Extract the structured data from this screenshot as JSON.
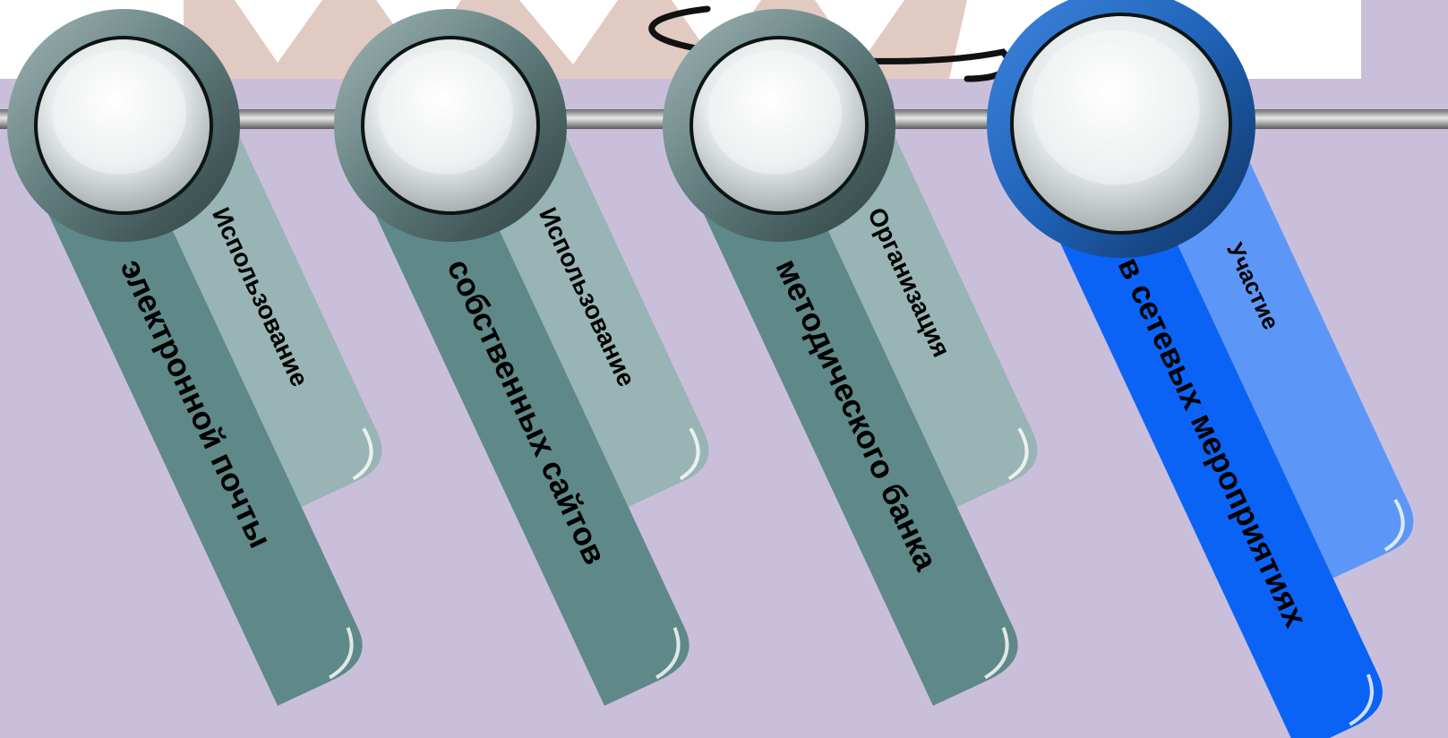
{
  "slide": {
    "background_color": "#cabfdb",
    "banner_color": "#ffffff"
  },
  "tabs": [
    {
      "id": "email",
      "line1": "Использование",
      "line2": "электронной почты",
      "disc_color": "#5c7a7a",
      "tab_dark": "#5f8888",
      "tab_light": "#98b4b4"
    },
    {
      "id": "sites",
      "line1": "Использование",
      "line2": "собственных сайтов",
      "disc_color": "#5c7a7a",
      "tab_dark": "#5f8888",
      "tab_light": "#98b4b4"
    },
    {
      "id": "bank",
      "line1": "Организация",
      "line2": "методического банка",
      "disc_color": "#5c7a7a",
      "tab_dark": "#5f8888",
      "tab_light": "#98b4b4"
    },
    {
      "id": "network",
      "line1": "Участие",
      "line2": "в сетевых мероприятиях",
      "disc_color": "#1f63b8",
      "tab_dark": "#0a63f5",
      "tab_light": "#5c97f7",
      "highlighted": true
    }
  ]
}
